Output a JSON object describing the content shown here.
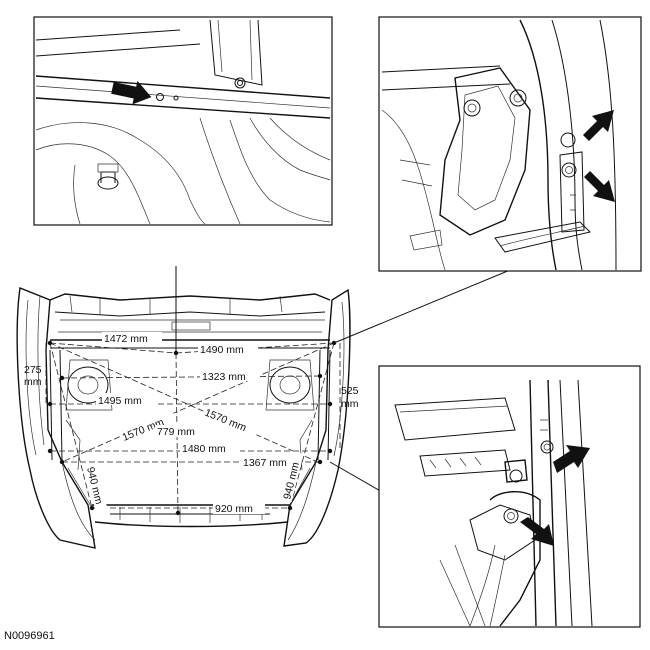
{
  "figure_id": "N0096961",
  "dimensions": {
    "d1472": "1472 mm",
    "d1490": "1490 mm",
    "d1323": "1323 mm",
    "d275a": "275",
    "d275b": "mm",
    "d525a": "525",
    "d525b": "mm",
    "d1495": "1495 mm",
    "d1570l": "1570 mm",
    "d1570r": "1570 mm",
    "d779": "779 mm",
    "d1480": "1480 mm",
    "d1367": "1367 mm",
    "d940l": "940 mm",
    "d940r": "940 mm",
    "d920": "920 mm"
  }
}
